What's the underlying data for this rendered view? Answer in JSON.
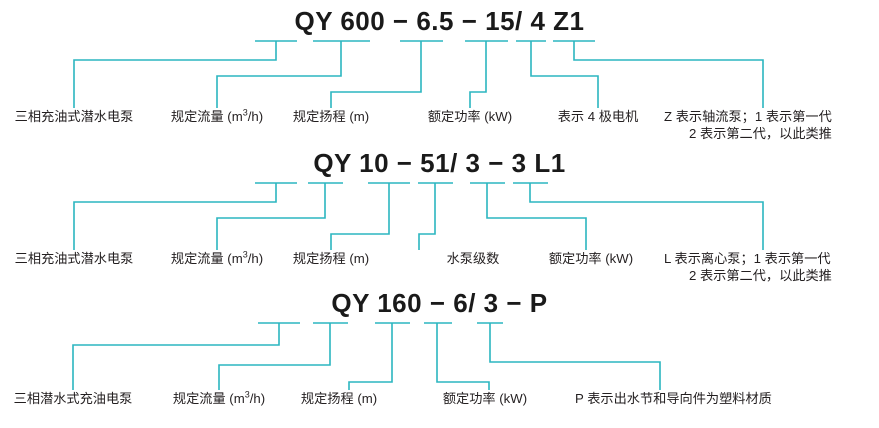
{
  "diagram": {
    "title": "QY 潜水电泵型号说明",
    "line_color": "#2bb6c0",
    "text_color": "#231f20"
  },
  "sections": [
    {
      "id": "section-z1",
      "code": "QY 600 − 6.5 − 15/ 4 Z1",
      "code_parts": [
        "QY",
        "600",
        "−",
        "6.5",
        "−",
        "15",
        "/",
        "4",
        "Z1"
      ],
      "labels": [
        {
          "id": "label-pump-type",
          "text": "三相充油式潜水电泵",
          "unit": ""
        },
        {
          "id": "label-flow",
          "text": "规定流量 (m",
          "sup": "3",
          "tail": "/h)"
        },
        {
          "id": "label-head",
          "text": "规定扬程 (m)"
        },
        {
          "id": "label-power",
          "text": "额定功率 (kW)"
        },
        {
          "id": "label-motor-poles",
          "text": "表示 4 极电机"
        },
        {
          "id": "label-series-z",
          "line1": "Z 表示轴流泵；1 表示第一代",
          "line2": "2 表示第二代，以此类推"
        }
      ]
    },
    {
      "id": "section-l1",
      "code": "QY 10 − 51/ 3 − 3 L1",
      "code_parts": [
        "QY",
        "10",
        "−",
        "51",
        "/",
        "3",
        "−",
        "3",
        "L1"
      ],
      "labels": [
        {
          "id": "label-pump-type",
          "text": "三相充油式潜水电泵"
        },
        {
          "id": "label-flow",
          "text": "规定流量 (m",
          "sup": "3",
          "tail": "/h)"
        },
        {
          "id": "label-head",
          "text": "规定扬程 (m)"
        },
        {
          "id": "label-stages",
          "text": "水泵级数"
        },
        {
          "id": "label-power",
          "text": "额定功率 (kW)"
        },
        {
          "id": "label-series-l",
          "line1": "L 表示离心泵；1 表示第一代",
          "line2": "2 表示第二代，以此类推"
        }
      ]
    },
    {
      "id": "section-p",
      "code": "QY 160 − 6/ 3 − P",
      "code_parts": [
        "QY",
        "160",
        "−",
        "6",
        "/",
        "3",
        "−",
        "P"
      ],
      "labels": [
        {
          "id": "label-pump-type",
          "text": "三相潜水式充油电泵"
        },
        {
          "id": "label-flow",
          "text": "规定流量 (m",
          "sup": "3",
          "tail": "/h)"
        },
        {
          "id": "label-head",
          "text": "规定扬程 (m)"
        },
        {
          "id": "label-power",
          "text": "额定功率 (kW)"
        },
        {
          "id": "label-plastic",
          "text": "P 表示出水节和导向件为塑料材质"
        }
      ]
    }
  ]
}
